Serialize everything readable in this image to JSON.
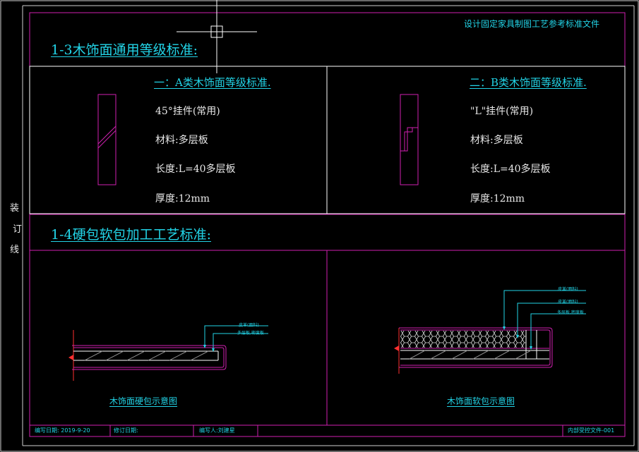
{
  "header": {
    "doc_title": "设计固定家具制图工艺参考标准文件"
  },
  "side_binding": [
    "装",
    "订",
    "线"
  ],
  "sec13": {
    "title": "1-3木饰面通用等级标准:",
    "a": {
      "title": "一：A类木饰面等级标准.",
      "hanger": "45°挂件(常用)",
      "material": "材料:多层板",
      "length": "长度:L=40多层板",
      "thickness": "厚度:12mm"
    },
    "b": {
      "title": "二：B类木饰面等级标准.",
      "hanger": "\"L\"挂件(常用)",
      "material": "材料:多层板",
      "length": "长度:L=40多层板",
      "thickness": "厚度:12mm"
    }
  },
  "sec14": {
    "title": "1-4硬包软包加工工艺标准:",
    "hard": {
      "caption": "木饰面硬包示意图",
      "labels": [
        "皮革(面料)",
        "多层板,密度板"
      ]
    },
    "soft": {
      "caption": "木饰面软包示意图",
      "labels": [
        "皮革(面料)",
        "皮革(面料)",
        "多层板,密度板"
      ]
    }
  },
  "footer": {
    "date": "编写日期: 2019-9-20",
    "revise": "修订日期:",
    "author": "编写人:刘建星",
    "code": "内部受控文件-001"
  },
  "colors": {
    "frame": "#d020b0",
    "text": "#22d3e6",
    "line": "#ffffff",
    "marker": "#ff3030"
  }
}
